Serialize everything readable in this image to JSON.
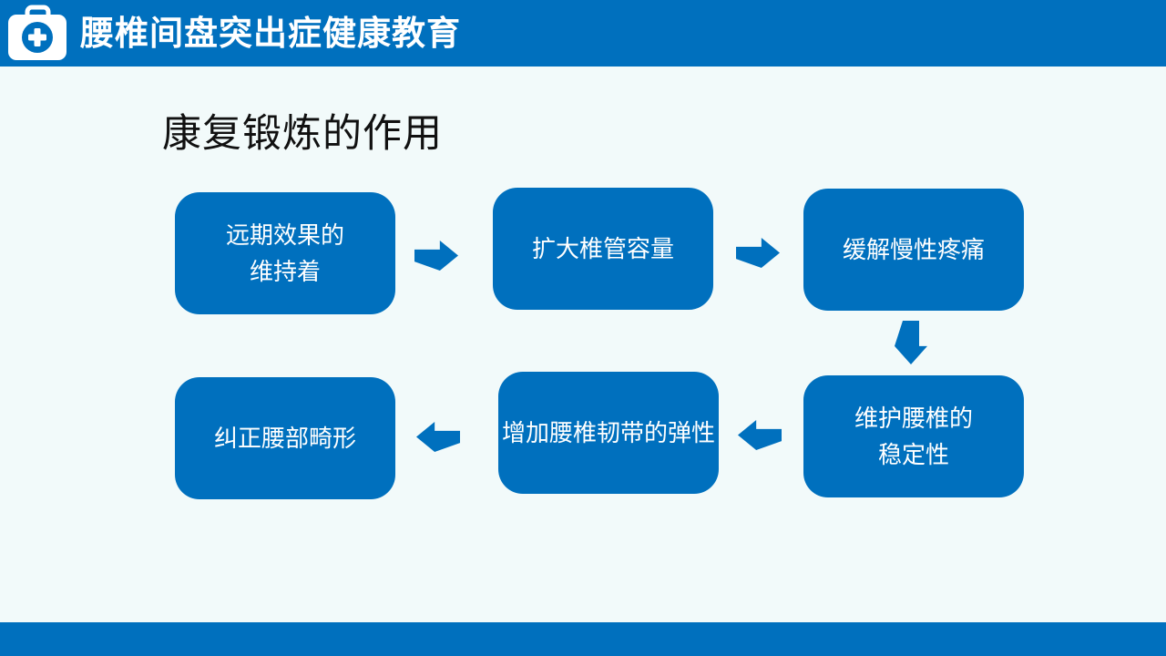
{
  "colors": {
    "accent": "#0070BE",
    "bg": "#F2FAFA",
    "ink": "#111111",
    "boxText": "#FFFFFF"
  },
  "header": {
    "title": "腰椎间盘突出症健康教育",
    "icon": "medical-kit-icon"
  },
  "slide": {
    "title": "康复锻炼的作用"
  },
  "flow": {
    "boxes": [
      {
        "id": "box-1",
        "lines": [
          "远期效果的",
          "维持着"
        ]
      },
      {
        "id": "box-2",
        "lines": [
          "扩大椎管容量"
        ]
      },
      {
        "id": "box-3",
        "lines": [
          "缓解慢性疼痛"
        ]
      },
      {
        "id": "box-4",
        "lines": [
          "维护腰椎的",
          "稳定性"
        ]
      },
      {
        "id": "box-5",
        "lines": [
          "增加腰椎韧带的弹性"
        ]
      },
      {
        "id": "box-6",
        "lines": [
          "纠正腰部畸形"
        ]
      }
    ],
    "arrows": [
      {
        "id": "arrow-1",
        "direction": "right",
        "from": "box-1",
        "to": "box-2"
      },
      {
        "id": "arrow-2",
        "direction": "right",
        "from": "box-2",
        "to": "box-3"
      },
      {
        "id": "arrow-3",
        "direction": "down",
        "from": "box-3",
        "to": "box-4"
      },
      {
        "id": "arrow-4",
        "direction": "left",
        "from": "box-4",
        "to": "box-5"
      },
      {
        "id": "arrow-5",
        "direction": "left",
        "from": "box-5",
        "to": "box-6"
      }
    ]
  }
}
